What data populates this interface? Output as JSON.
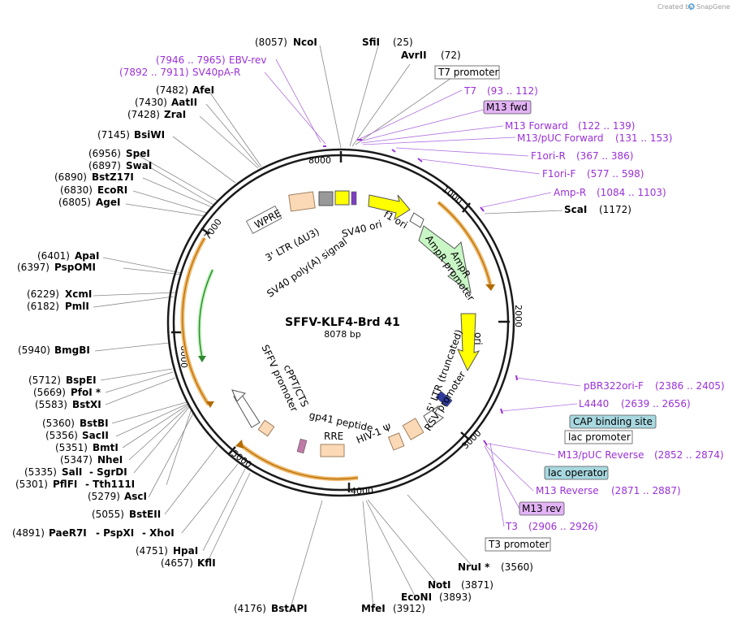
{
  "credit": {
    "prefix": "Created by",
    "brand": "SnapGene"
  },
  "plasmid": {
    "name": "SFFV-KLF4-Brd 41",
    "size_label": "8078 bp",
    "length_bp": 8078
  },
  "colors": {
    "backbone": "#1a1a1a",
    "primer": "#9b30d9",
    "primer_box_fill": "#e3b3f5",
    "orf_arc": "#f0b96b",
    "orf_arrow": "#b36b00",
    "green_arrow": "#2d8a2d",
    "ampr": "#c8f7c5",
    "ori": "#ffff00",
    "ltr": "#fcd9b6",
    "gray_box": "#999999",
    "callout_fill": "#a8d8e0",
    "promoter_box": "#ffffff"
  },
  "ticks": [
    "8000",
    "1000",
    "2000",
    "3000",
    "4000",
    "5000",
    "6000",
    "7000"
  ],
  "enzymes_top": [
    {
      "name": "NcoI",
      "pos": "(8057)"
    },
    {
      "name": "SfiI",
      "pos": "(25)"
    },
    {
      "name": "AvrII",
      "pos": "(72)"
    }
  ],
  "enzymes_left": [
    {
      "name": "AfeI",
      "pos": "(7482)"
    },
    {
      "name": "AatII",
      "pos": "(7430)"
    },
    {
      "name": "ZraI",
      "pos": "(7428)"
    },
    {
      "name": "BsiWI",
      "pos": "(7145)"
    },
    {
      "name": "SpeI",
      "pos": "(6956)"
    },
    {
      "name": "SwaI",
      "pos": "(6897)"
    },
    {
      "name": "BstZ17I",
      "pos": "(6890)"
    },
    {
      "name": "EcoRI",
      "pos": "(6830)"
    },
    {
      "name": "AgeI",
      "pos": "(6805)"
    },
    {
      "name": "ApaI",
      "pos": "(6401)"
    },
    {
      "name": "PspOMI",
      "pos": "(6397)"
    },
    {
      "name": "XcmI",
      "pos": "(6229)"
    },
    {
      "name": "PmlI",
      "pos": "(6182)"
    },
    {
      "name": "BmgBI",
      "pos": "(5940)"
    },
    {
      "name": "BspEI",
      "pos": "(5712)"
    },
    {
      "name": "PfoI *",
      "pos": "(5669)"
    },
    {
      "name": "BstXI",
      "pos": "(5583)"
    },
    {
      "name": "BstBI",
      "pos": "(5360)"
    },
    {
      "name": "SacII",
      "pos": "(5356)"
    },
    {
      "name": "BmtI",
      "pos": "(5351)"
    },
    {
      "name": "NheI",
      "pos": "(5347)"
    },
    {
      "name": "SalI",
      "pos": "(5335)",
      "extra": "- SgrDI"
    },
    {
      "name": "PflFI",
      "pos": "(5301)",
      "extra": "- Tth111I"
    },
    {
      "name": "AscI",
      "pos": "(5279)"
    },
    {
      "name": "BstEII",
      "pos": "(5055)"
    },
    {
      "name": "PaeR7I",
      "pos": "(4891)",
      "extra": "- PspXI",
      "extra2": "- XhoI"
    },
    {
      "name": "HpaI",
      "pos": "(4751)"
    },
    {
      "name": "KflI",
      "pos": "(4657)"
    }
  ],
  "enzymes_bottom": [
    {
      "name": "BstAPI",
      "pos": "(4176)"
    },
    {
      "name": "MfeI",
      "pos": "(3912)"
    },
    {
      "name": "EcoNI",
      "pos": "(3893)"
    },
    {
      "name": "NotI",
      "pos": "(3871)"
    },
    {
      "name": "NruI *",
      "pos": "(3560)"
    }
  ],
  "enzymes_right": [
    {
      "name": "ScaI",
      "pos": "(1172)"
    }
  ],
  "primers": [
    {
      "name": "EBV-rev",
      "range": "(7946 .. 7965)"
    },
    {
      "name": "SV40pA-R",
      "range": "(7892 .. 7911)"
    },
    {
      "name": "T7",
      "range": "(93 .. 112)"
    },
    {
      "name": "M13 Forward",
      "range": "(122 .. 139)"
    },
    {
      "name": "M13/pUC Forward",
      "range": "(131 .. 153)"
    },
    {
      "name": "F1ori-R",
      "range": "(367 .. 386)"
    },
    {
      "name": "F1ori-F",
      "range": "(577 .. 598)"
    },
    {
      "name": "Amp-R",
      "range": "(1084 .. 1103)"
    },
    {
      "name": "pBR322ori-F",
      "range": "(2386 .. 2405)"
    },
    {
      "name": "L4440",
      "range": "(2639 .. 2656)"
    },
    {
      "name": "M13/pUC Reverse",
      "range": "(2852 .. 2874)"
    },
    {
      "name": "M13 Reverse",
      "range": "(2871 .. 2887)"
    },
    {
      "name": "T3",
      "range": "(2906 .. 2926)"
    }
  ],
  "boxes": {
    "t7_promoter": "T7 promoter",
    "m13_fwd": "M13 fwd",
    "cap_site": "CAP binding site",
    "lac_promoter": "lac promoter",
    "lac_operator": "lac operator",
    "m13_rev": "M13 rev",
    "t3_promoter": "T3 promoter"
  },
  "features": {
    "wpre": "WPRE",
    "ltr3": "3' LTR (ΔU3)",
    "sv40_polya": "SV40 poly(A) signal",
    "sv40_ori": "SV40 ori",
    "f1_ori": "f1 ori",
    "ampr_promoter": "AmpR promoter",
    "ampr": "AmpR",
    "ori": "ori",
    "ltr5": "5' LTR (truncated)",
    "rsv": "RSV promoter",
    "hiv": "HIV-1 Ψ",
    "rre": "RRE",
    "gp41": "gp41 peptide",
    "cppt": "cPPT/CTS",
    "sffv": "SFFV promoter"
  }
}
